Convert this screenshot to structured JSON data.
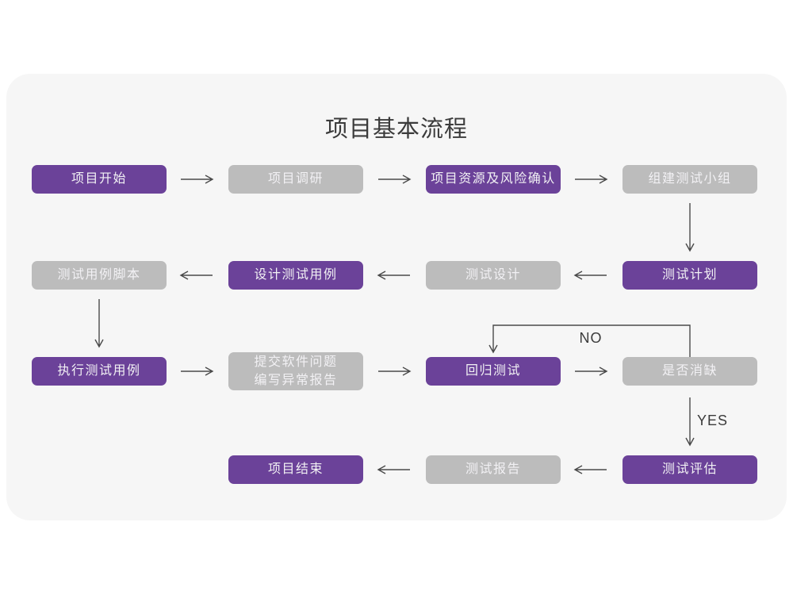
{
  "title": "项目基本流程",
  "branch_labels": {
    "no": "NO",
    "yes": "YES"
  },
  "colors": {
    "purple": "#6b4299",
    "gray": "#bcbcbc",
    "card_background": "#f6f6f6",
    "arrow": "#4a4a4a",
    "title_text": "#3b3b3b",
    "node_text": "#f2f1f4"
  },
  "nodes": [
    {
      "label": "项目开始",
      "type": "purple"
    },
    {
      "label": "项目调研",
      "type": "gray"
    },
    {
      "label": "项目资源及风险确认",
      "type": "purple"
    },
    {
      "label": "组建测试小组",
      "type": "gray"
    },
    {
      "label": "测试计划",
      "type": "purple"
    },
    {
      "label": "测试设计",
      "type": "gray"
    },
    {
      "label": "设计测试用例",
      "type": "purple"
    },
    {
      "label": "测试用例脚本",
      "type": "gray"
    },
    {
      "label": "执行测试用例",
      "type": "purple"
    },
    {
      "label": "提交软件问题\n编写异常报告",
      "type": "gray"
    },
    {
      "label": "回归测试",
      "type": "purple"
    },
    {
      "label": "是否消缺",
      "type": "gray"
    },
    {
      "label": "测试评估",
      "type": "purple"
    },
    {
      "label": "测试报告",
      "type": "gray"
    },
    {
      "label": "项目结束",
      "type": "purple"
    }
  ],
  "edges": [
    {
      "from": "项目开始",
      "to": "项目调研",
      "label": ""
    },
    {
      "from": "项目调研",
      "to": "项目资源及风险确认",
      "label": ""
    },
    {
      "from": "项目资源及风险确认",
      "to": "组建测试小组",
      "label": ""
    },
    {
      "from": "组建测试小组",
      "to": "测试计划",
      "label": ""
    },
    {
      "from": "测试计划",
      "to": "测试设计",
      "label": ""
    },
    {
      "from": "测试设计",
      "to": "设计测试用例",
      "label": ""
    },
    {
      "from": "设计测试用例",
      "to": "测试用例脚本",
      "label": ""
    },
    {
      "from": "测试用例脚本",
      "to": "执行测试用例",
      "label": ""
    },
    {
      "from": "执行测试用例",
      "to": "提交软件问题 编写异常报告",
      "label": ""
    },
    {
      "from": "提交软件问题 编写异常报告",
      "to": "回归测试",
      "label": ""
    },
    {
      "from": "回归测试",
      "to": "是否消缺",
      "label": ""
    },
    {
      "from": "是否消缺",
      "to": "回归测试",
      "label": "NO"
    },
    {
      "from": "是否消缺",
      "to": "测试评估",
      "label": "YES"
    },
    {
      "from": "测试评估",
      "to": "测试报告",
      "label": ""
    },
    {
      "from": "测试报告",
      "to": "项目结束",
      "label": ""
    }
  ]
}
